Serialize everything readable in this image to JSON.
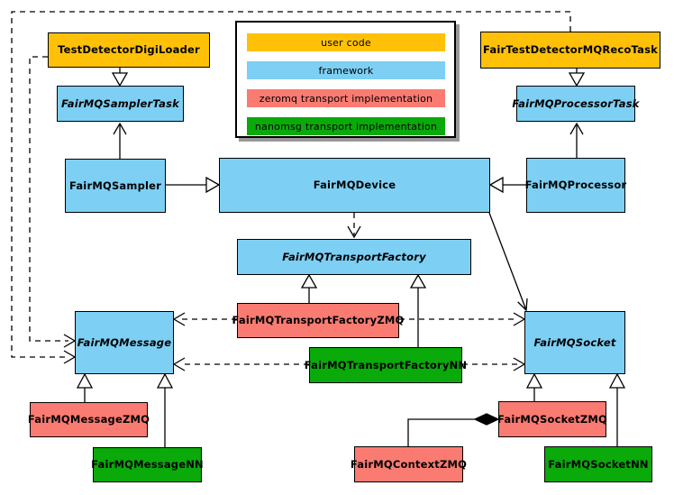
{
  "legend": {
    "items": [
      {
        "id": "user",
        "label": "user code",
        "color": "#FFC107"
      },
      {
        "id": "framework",
        "label": "framework",
        "color": "#7DCFF3"
      },
      {
        "id": "zeromq",
        "label": "zeromq transport implementation",
        "color": "#F97B72"
      },
      {
        "id": "nanomsg",
        "label": "nanomsg transport implementation",
        "color": "#09AA09"
      }
    ]
  },
  "nodes": {
    "test_detector_digi_loader": {
      "label": "TestDetectorDigiLoader",
      "category": "user code",
      "abstract": false
    },
    "fair_test_detector_mq_reco_task": {
      "label": "FairTestDetectorMQRecoTask",
      "category": "user code",
      "abstract": false
    },
    "fairmq_sampler_task": {
      "label": "FairMQSamplerTask",
      "category": "framework",
      "abstract": true
    },
    "fairmq_processor_task": {
      "label": "FairMQProcessorTask",
      "category": "framework",
      "abstract": true
    },
    "fairmq_sampler": {
      "label": "FairMQSampler",
      "category": "framework",
      "abstract": false
    },
    "fairmq_device": {
      "label": "FairMQDevice",
      "category": "framework",
      "abstract": false
    },
    "fairmq_processor": {
      "label": "FairMQProcessor",
      "category": "framework",
      "abstract": false
    },
    "fairmq_transport_factory": {
      "label": "FairMQTransportFactory",
      "category": "framework",
      "abstract": true
    },
    "fairmq_transport_factory_zmq": {
      "label": "FairMQTransportFactoryZMQ",
      "category": "zeromq",
      "abstract": false
    },
    "fairmq_transport_factory_nn": {
      "label": "FairMQTransportFactoryNN",
      "category": "nanomsg",
      "abstract": false
    },
    "fairmq_message": {
      "label": "FairMQMessage",
      "category": "framework",
      "abstract": true
    },
    "fairmq_socket": {
      "label": "FairMQSocket",
      "category": "framework",
      "abstract": true
    },
    "fairmq_message_zmq": {
      "label": "FairMQMessageZMQ",
      "category": "zeromq",
      "abstract": false
    },
    "fairmq_message_nn": {
      "label": "FairMQMessageNN",
      "category": "nanomsg",
      "abstract": false
    },
    "fairmq_socket_zmq": {
      "label": "FairMQSocketZMQ",
      "category": "zeromq",
      "abstract": false
    },
    "fairmq_socket_nn": {
      "label": "FairMQSocketNN",
      "category": "nanomsg",
      "abstract": false
    },
    "fairmq_context_zmq": {
      "label": "FairMQContextZMQ",
      "category": "zeromq",
      "abstract": false
    }
  },
  "edges": [
    {
      "from": "TestDetectorDigiLoader",
      "to": "FairMQSamplerTask",
      "kind": "inheritance"
    },
    {
      "from": "FairTestDetectorMQRecoTask",
      "to": "FairMQProcessorTask",
      "kind": "inheritance"
    },
    {
      "from": "FairMQSampler",
      "to": "FairMQDevice",
      "kind": "inheritance"
    },
    {
      "from": "FairMQProcessor",
      "to": "FairMQDevice",
      "kind": "inheritance"
    },
    {
      "from": "FairMQSampler",
      "to": "FairMQSamplerTask",
      "kind": "association"
    },
    {
      "from": "FairMQProcessor",
      "to": "FairMQProcessorTask",
      "kind": "association"
    },
    {
      "from": "FairMQDevice",
      "to": "FairMQSocket",
      "kind": "association"
    },
    {
      "from": "FairMQDevice",
      "to": "FairMQTransportFactory",
      "kind": "dependency"
    },
    {
      "from": "TestDetectorDigiLoader",
      "to": "FairMQMessage",
      "kind": "dependency"
    },
    {
      "from": "FairTestDetectorMQRecoTask",
      "to": "FairMQMessage",
      "kind": "dependency"
    },
    {
      "from": "FairMQTransportFactoryZMQ",
      "to": "FairMQTransportFactory",
      "kind": "inheritance"
    },
    {
      "from": "FairMQTransportFactoryNN",
      "to": "FairMQTransportFactory",
      "kind": "inheritance"
    },
    {
      "from": "FairMQTransportFactoryZMQ",
      "to": "FairMQMessage",
      "kind": "dependency"
    },
    {
      "from": "FairMQTransportFactoryZMQ",
      "to": "FairMQSocket",
      "kind": "dependency"
    },
    {
      "from": "FairMQTransportFactoryNN",
      "to": "FairMQMessage",
      "kind": "dependency"
    },
    {
      "from": "FairMQTransportFactoryNN",
      "to": "FairMQSocket",
      "kind": "dependency"
    },
    {
      "from": "FairMQMessageZMQ",
      "to": "FairMQMessage",
      "kind": "inheritance"
    },
    {
      "from": "FairMQMessageNN",
      "to": "FairMQMessage",
      "kind": "inheritance"
    },
    {
      "from": "FairMQSocketZMQ",
      "to": "FairMQSocket",
      "kind": "inheritance"
    },
    {
      "from": "FairMQSocketNN",
      "to": "FairMQSocket",
      "kind": "inheritance"
    },
    {
      "from": "FairMQContextZMQ",
      "to": "FairMQSocketZMQ",
      "kind": "composition"
    }
  ]
}
